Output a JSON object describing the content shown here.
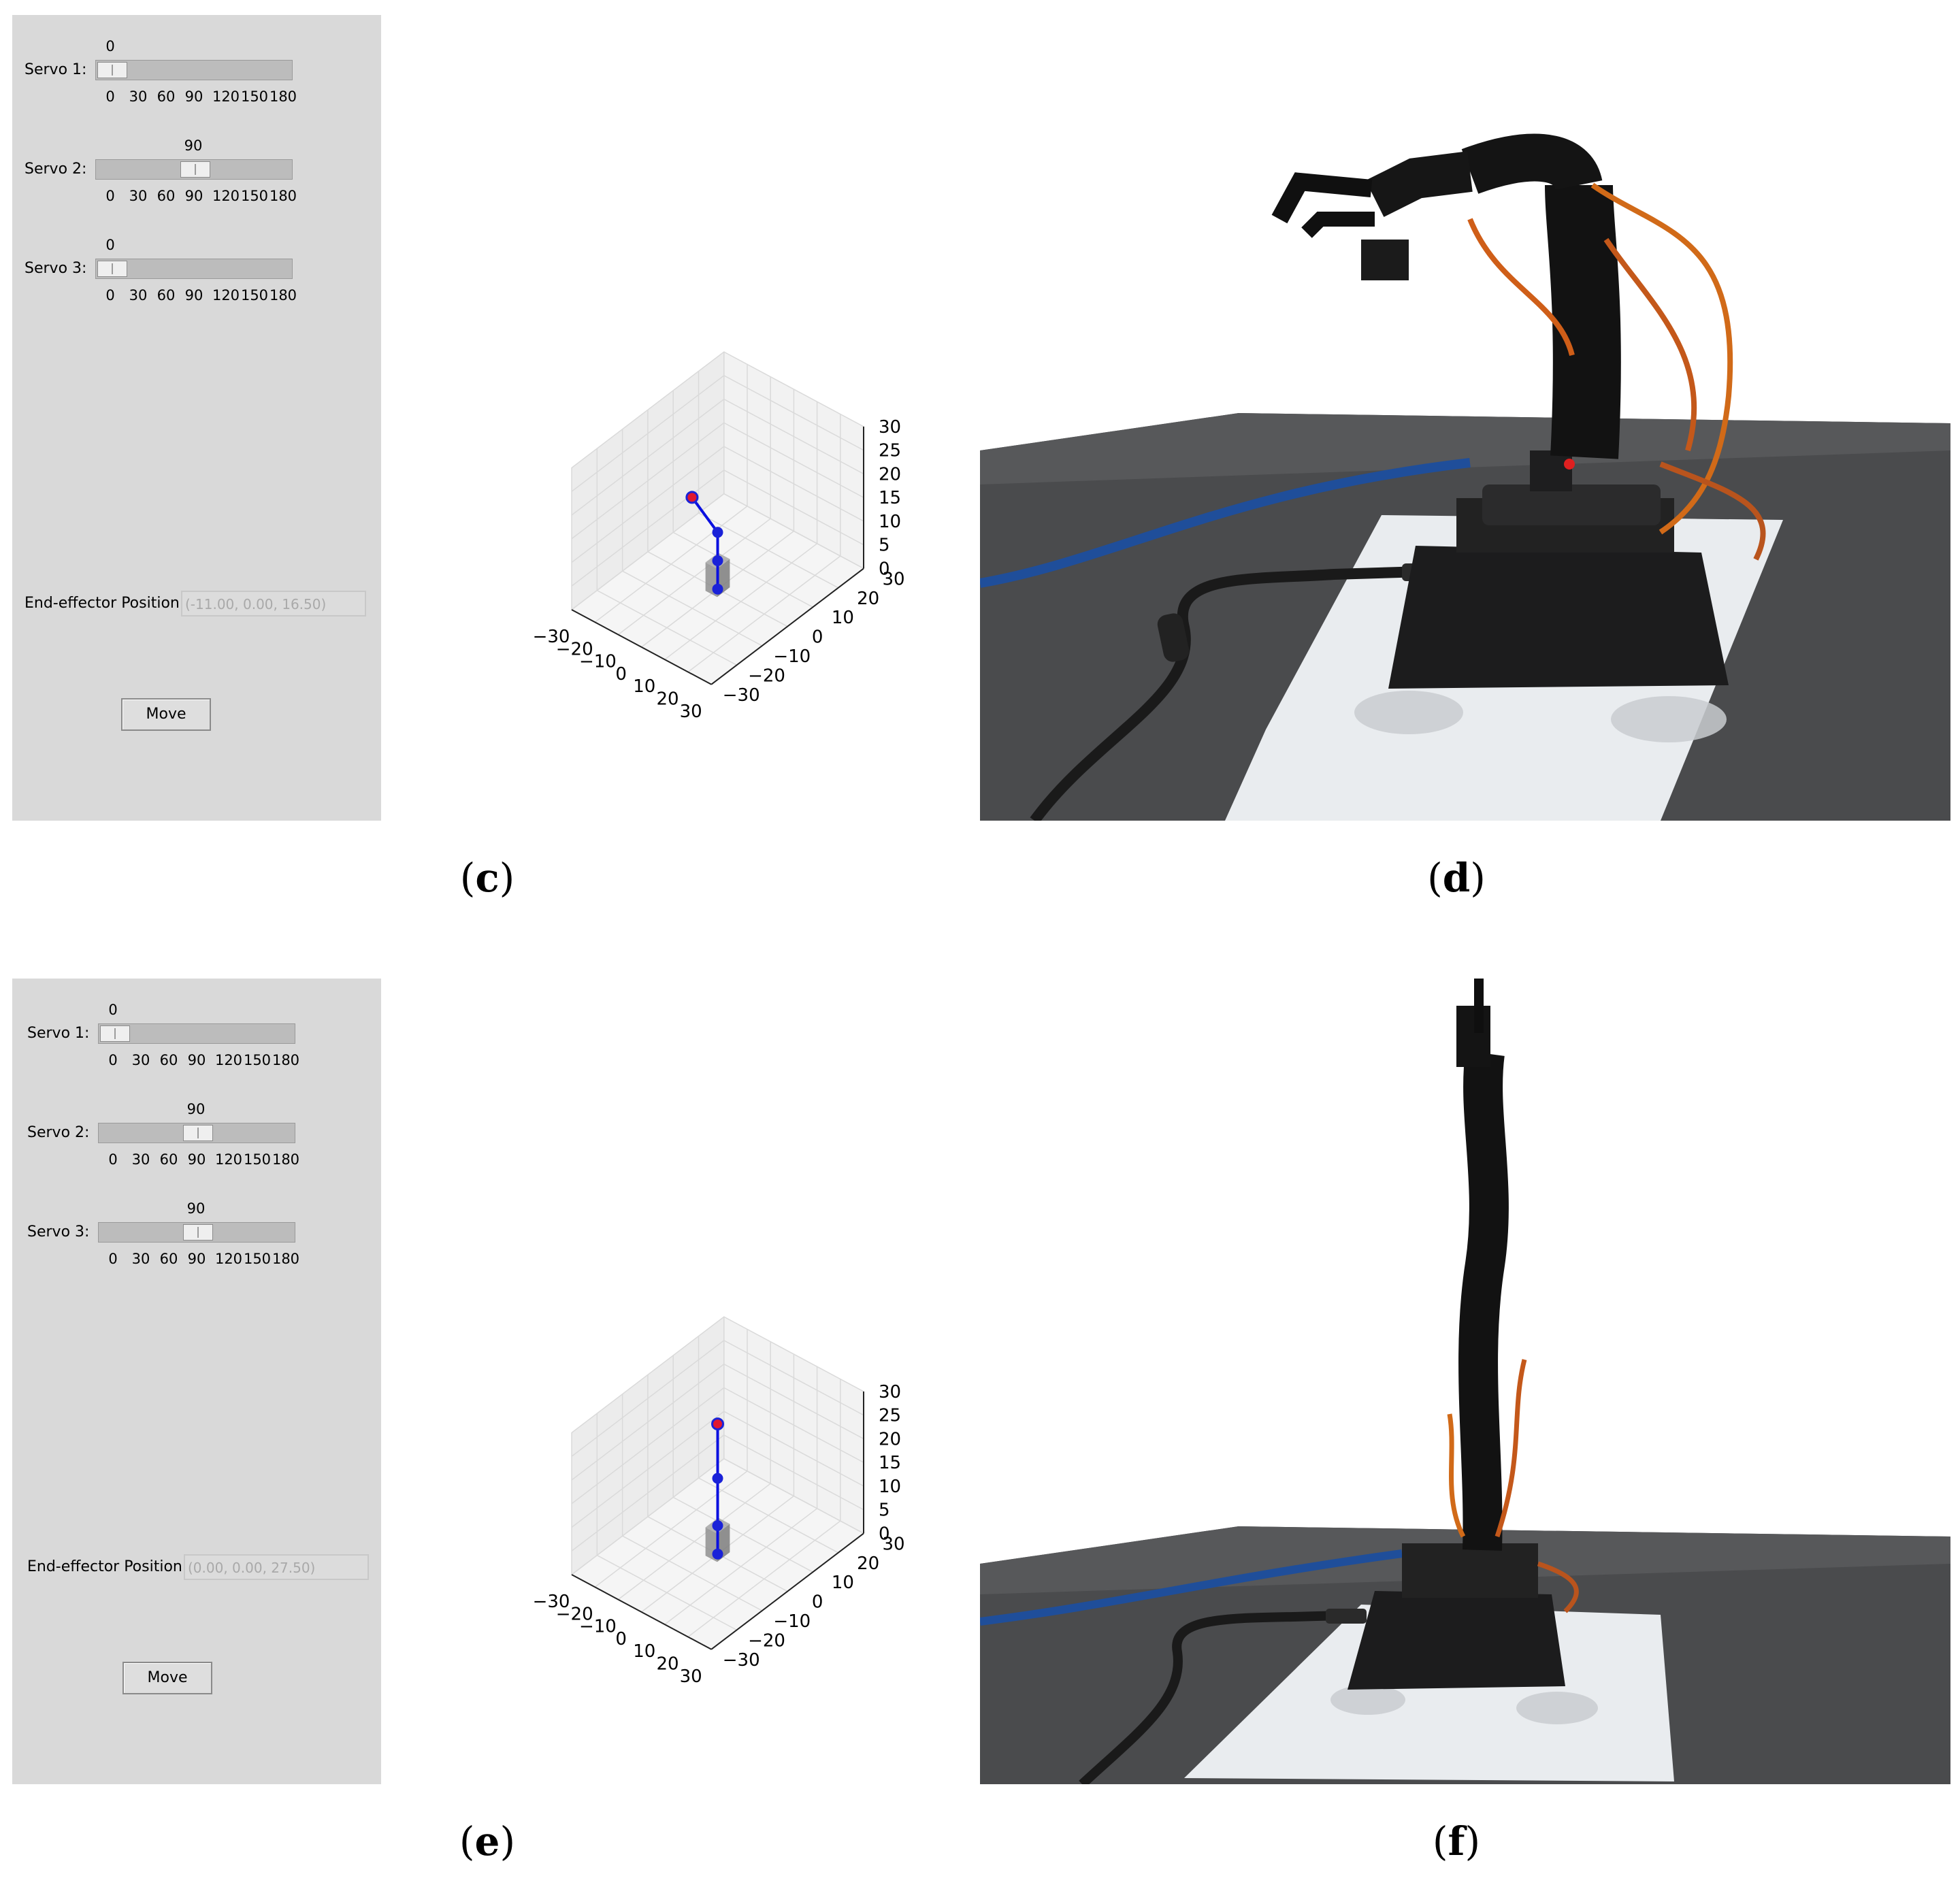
{
  "panels": [
    {
      "sliders": [
        {
          "label": "Servo 1:",
          "value": "0",
          "fraction": 0
        },
        {
          "label": "Servo 2:",
          "value": "90",
          "fraction": 0.5
        },
        {
          "label": "Servo 3:",
          "value": "0",
          "fraction": 0
        }
      ],
      "ticks": [
        "0",
        "30",
        "60",
        "90",
        "120",
        "150",
        "180"
      ],
      "end_effector_label": "End-effector Position:",
      "end_effector_value": "(-11.00, 0.00, 16.50)",
      "move_label": "Move"
    },
    {
      "sliders": [
        {
          "label": "Servo 1:",
          "value": "0",
          "fraction": 0
        },
        {
          "label": "Servo 2:",
          "value": "90",
          "fraction": 0.5
        },
        {
          "label": "Servo 3:",
          "value": "90",
          "fraction": 0.5
        }
      ],
      "ticks": [
        "0",
        "30",
        "60",
        "90",
        "120",
        "150",
        "180"
      ],
      "end_effector_label": "End-effector Position:",
      "end_effector_value": "(0.00, 0.00, 27.50)",
      "move_label": "Move"
    }
  ],
  "plots": [
    {
      "x_ticks": [
        "−30",
        "−20",
        "−10",
        "0",
        "10",
        "20",
        "30"
      ],
      "y_ticks": [
        "−30",
        "−20",
        "−10",
        "0",
        "10",
        "20",
        "30"
      ],
      "z_ticks": [
        "0",
        "5",
        "10",
        "15",
        "20",
        "25",
        "30"
      ],
      "arm_points": [
        [
          0,
          0,
          0
        ],
        [
          0,
          0,
          6
        ],
        [
          0,
          0,
          12
        ],
        [
          -11,
          0,
          16.5
        ]
      ]
    },
    {
      "x_ticks": [
        "−30",
        "−20",
        "−10",
        "0",
        "10",
        "20",
        "30"
      ],
      "y_ticks": [
        "−30",
        "−20",
        "−10",
        "0",
        "10",
        "20",
        "30"
      ],
      "z_ticks": [
        "0",
        "5",
        "10",
        "15",
        "20",
        "25",
        "30"
      ],
      "arm_points": [
        [
          0,
          0,
          0
        ],
        [
          0,
          0,
          6
        ],
        [
          0,
          0,
          16
        ],
        [
          0,
          0,
          27.5
        ]
      ]
    }
  ],
  "colors": {
    "panel_bg": "#d9d9d9",
    "arm": "#0b10e0",
    "joint": "#1a22d8",
    "end_effector": "#e01830",
    "base": "#8f8f8f"
  },
  "captions": {
    "c": "c",
    "d": "d",
    "e": "e",
    "f": "f"
  }
}
